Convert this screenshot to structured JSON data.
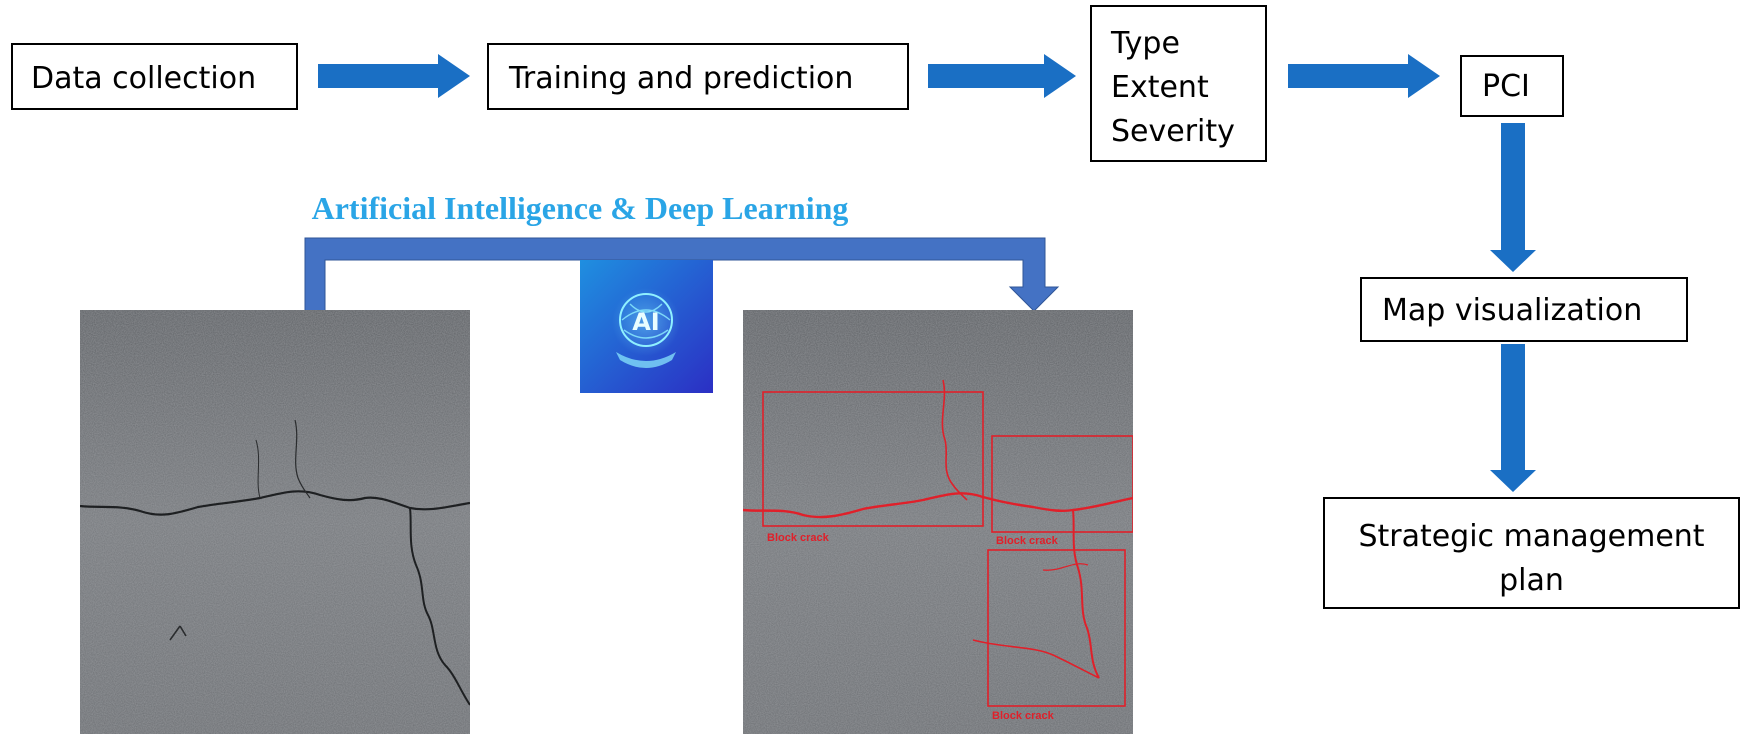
{
  "flow": {
    "data_collection": "Data collection",
    "training_prediction": "Training and prediction",
    "type": "Type",
    "extent": "Extent",
    "severity": "Severity",
    "pci": "PCI",
    "map_visualization": "Map visualization",
    "strategic_line1": "Strategic management",
    "strategic_line2": "plan"
  },
  "ai_title": "Artificial Intelligence & Deep Learning",
  "ai_icon_text": "AI",
  "detections": {
    "label": "Block crack"
  },
  "colors": {
    "arrow": "#1a6fc4",
    "bracket": "#4472c4",
    "title": "#2aa5e6",
    "detection": "#e0202a"
  }
}
